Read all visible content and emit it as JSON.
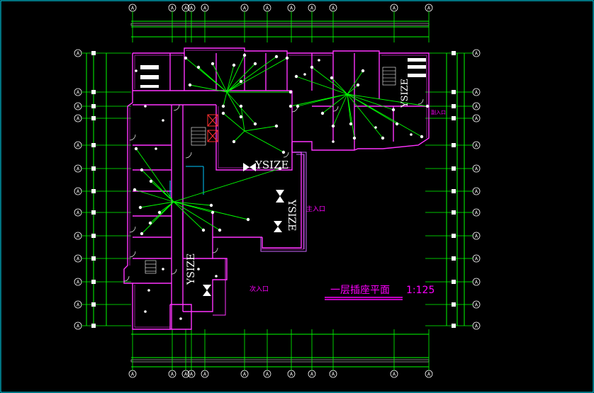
{
  "drawing": {
    "title": "一层插座平面",
    "scale": "1:125",
    "symbol_text": "YSIZE",
    "entrances": {
      "main": "主入口",
      "secondary": "次入口",
      "side": "副入口"
    },
    "grid_bubble_label": "A"
  },
  "colors": {
    "wall": "#ff33ff",
    "grid": "#00ff00",
    "wiring": "#00ff00",
    "fixtures": "#ffffff",
    "title": "#ff00ff",
    "cyan": "#00c8ff",
    "red": "#ff3030",
    "frame": "#00e5ff"
  }
}
